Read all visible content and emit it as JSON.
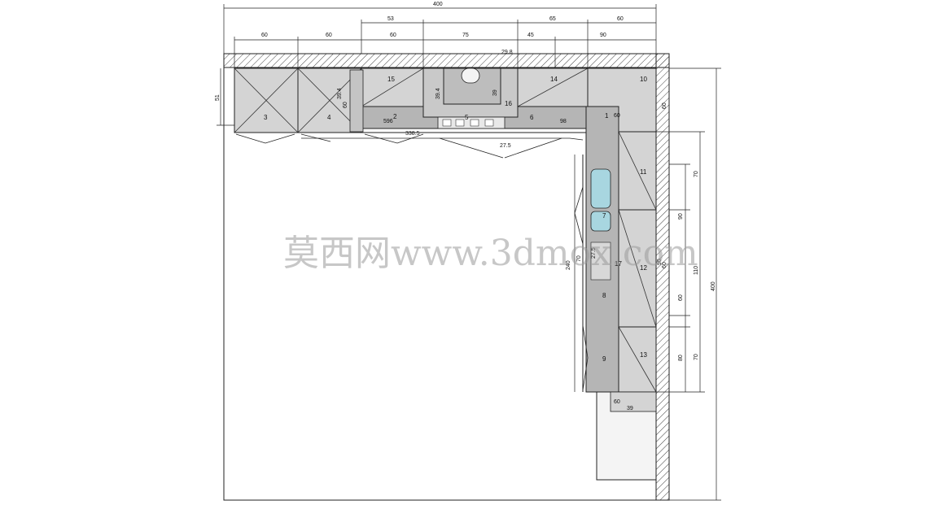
{
  "drawing": {
    "dimensions_top": {
      "overall": "400",
      "row1": [
        "60",
        "60",
        "60",
        "75",
        "45",
        "90"
      ],
      "row0": [
        "53",
        "65",
        "60"
      ]
    },
    "dimensions_side": {
      "left_depth": "51",
      "right_total": "400",
      "right_row": [
        "70",
        "90",
        "110",
        "80",
        "70"
      ],
      "right_inner": [
        "60",
        "60",
        "60"
      ]
    },
    "inner_dims": [
      "39.4",
      "60",
      "39.4",
      "39",
      "29.8",
      "27.5",
      "596",
      "338.5",
      "98",
      "60",
      "60",
      "39",
      "240",
      "70",
      "27.5",
      "90"
    ],
    "labels": [
      "1",
      "2",
      "3",
      "4",
      "5",
      "6",
      "7",
      "8",
      "9",
      "10",
      "11",
      "12",
      "13",
      "14",
      "15",
      "16",
      "17"
    ],
    "watermark": "莫西网www.3dmox.com",
    "colors": {
      "cabinet": "#d4d4d4",
      "counter": "#b5b5b5",
      "sink": "#a8d6e0",
      "wall_hatch": "#444444",
      "line": "#222222"
    }
  }
}
